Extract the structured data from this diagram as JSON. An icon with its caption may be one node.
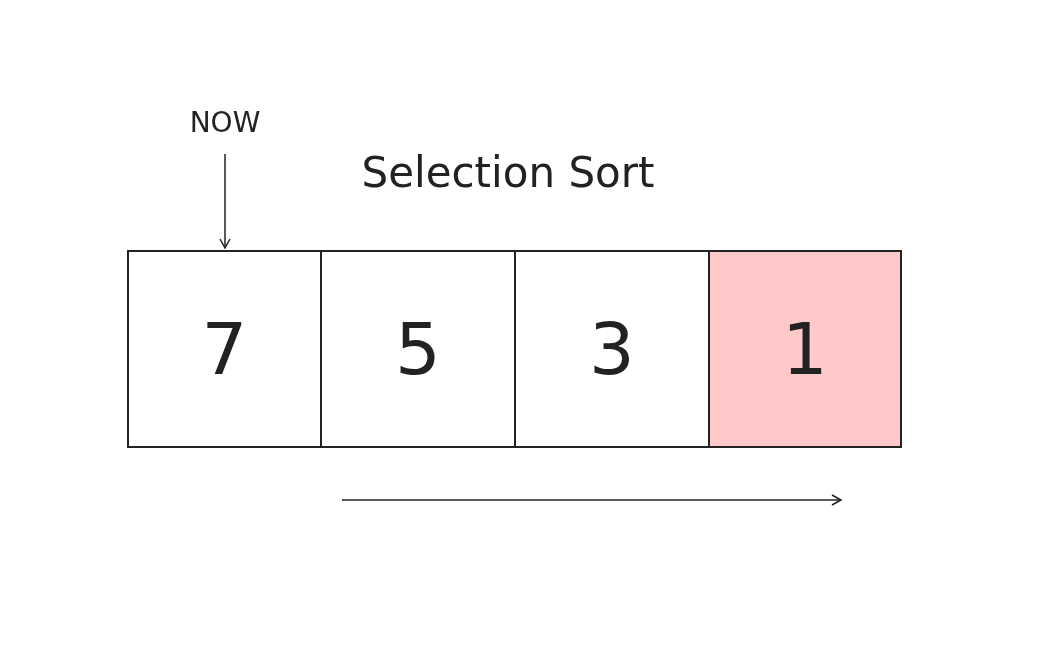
{
  "diagram": {
    "title": "Selection Sort",
    "nodes": [
      {
        "text": [
          "NOW"
        ]
      },
      {
        "text": [
          "7"
        ]
      },
      {
        "text": [
          "5"
        ]
      },
      {
        "text": [
          "3"
        ]
      },
      {
        "text": [
          "1"
        ]
      }
    ],
    "edges": [
      {
        "from": 0,
        "to": 1,
        "arrow": "to"
      }
    ]
  }
}
